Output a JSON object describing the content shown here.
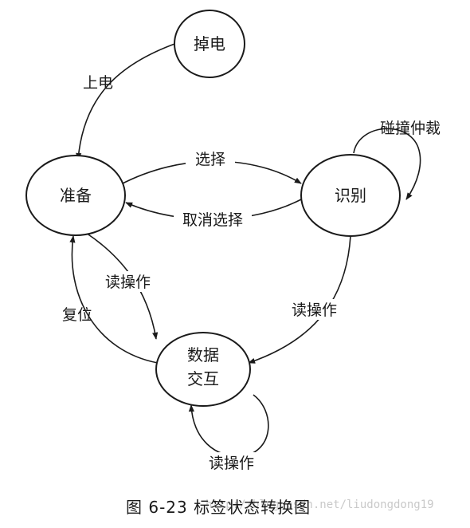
{
  "diagram": {
    "states": {
      "power_off": "掉电",
      "ready": "准备",
      "identify": "识别",
      "data_exchange_line1": "数据",
      "data_exchange_line2": "交互"
    },
    "edges": {
      "power_on": "上电",
      "select": "选择",
      "cancel_select": "取消选择",
      "collision_arbitration": "碰撞仲裁",
      "read_op_ready": "读操作",
      "reset": "复位",
      "read_op_identify": "读操作",
      "read_op_self": "读操作"
    }
  },
  "caption": {
    "text": "图 6-23  标签状态转换图",
    "watermark": "http://blog.csdn.net/liudongdong19"
  }
}
